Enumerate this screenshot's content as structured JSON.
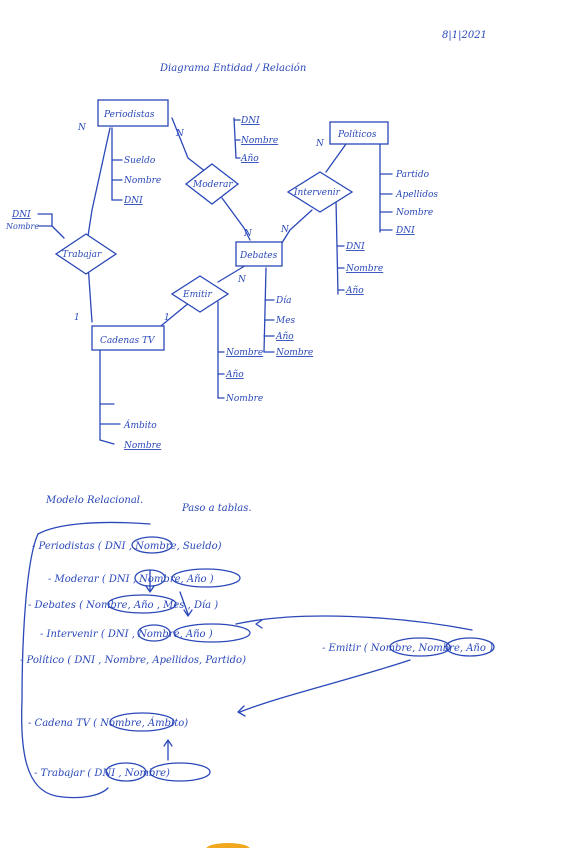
{
  "date": "8|1|2021",
  "title": "Diagrama Entidad / Relación",
  "er": {
    "entities": {
      "periodistas": "Periodistas",
      "debates": "Debates",
      "politicos": "Políticos",
      "cadenas": "Cadenas TV"
    },
    "relations": {
      "moderar": "Moderar",
      "intervenir": "Intervenir",
      "trabajar": "Trabajar",
      "emitir": "Emitir"
    },
    "attributes": {
      "periodistas": [
        "Sueldo",
        "Nombre",
        "DNI"
      ],
      "moderar": [
        "DNI",
        "Nombre",
        "Año"
      ],
      "politicos": [
        "Partido",
        "Apellidos",
        "Nombre",
        "DNI"
      ],
      "intervenir": [
        "DNI",
        "Nombre",
        "Año"
      ],
      "trabajar": [
        "DNI",
        "Nombre"
      ],
      "debates": [
        "Día",
        "Mes",
        "Año",
        "Nombre"
      ],
      "emitir": [
        "Nombre",
        "Año",
        "Nombre"
      ],
      "cadenas": [
        "Ámbito",
        "Nombre"
      ]
    },
    "cardinalities": {
      "periodistas_trabajar": "N",
      "periodistas_moderar": "N",
      "moderar_debates": "N",
      "politicos_intervenir": "N",
      "intervenir_debates": "N",
      "debates_emitir": "N",
      "trabajar_cadenas": "1",
      "emitir_cadenas": "1"
    }
  },
  "relational": {
    "heading": "Modelo Relacional.",
    "subheading": "Paso a tablas.",
    "rows": [
      {
        "text": "- Periodistas ( DNI ,   Nombre, Sueldo)"
      },
      {
        "text": "- Moderar ( DNI , Nombre, Año )"
      },
      {
        "text": "- Debates ( Nombre, Año , Mes , Día )"
      },
      {
        "text": "- Intervenir ( DNI , Nombre, Año )"
      },
      {
        "text": "- Político ( DNI , Nombre, Apellidos,   Partido)"
      },
      {
        "text": "- Emitir ( Nombre, Nombre, Año )"
      },
      {
        "text": "- Cadena TV ( Nombre, Ámbito)"
      },
      {
        "text": "- Trabajar ( DNI , Nombre)"
      }
    ]
  }
}
